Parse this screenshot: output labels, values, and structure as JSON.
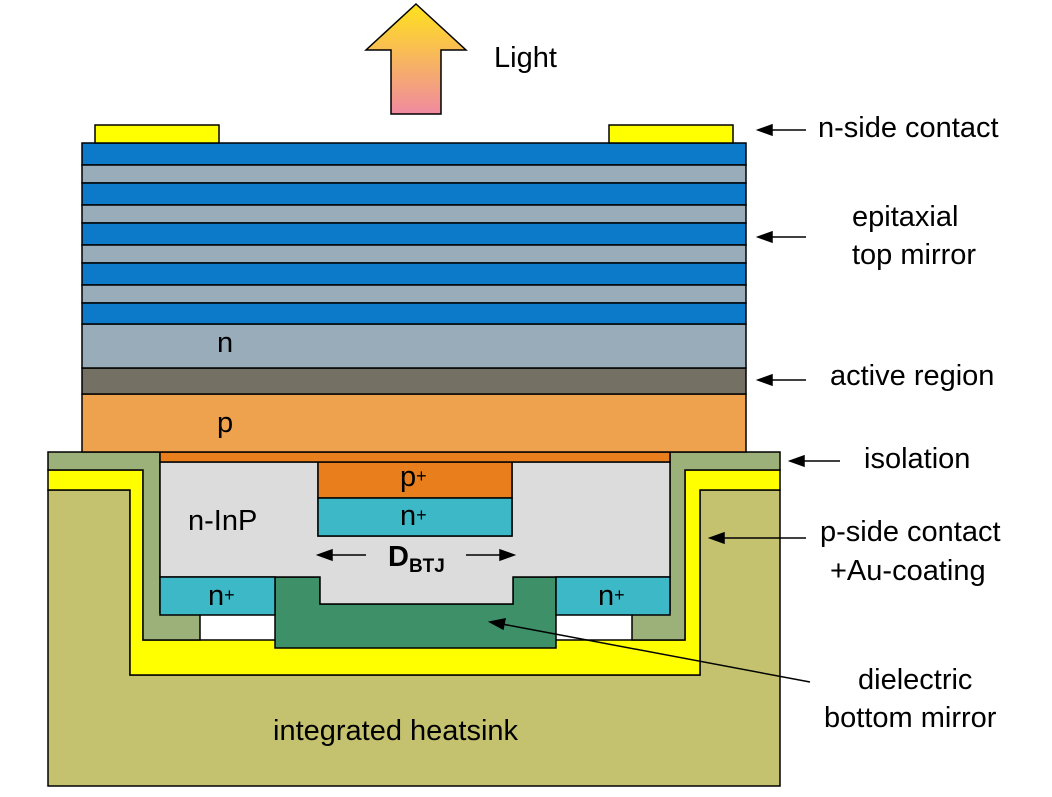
{
  "labels": {
    "light": "Light",
    "n_side_contact": "n-side contact",
    "epitaxial": "epitaxial",
    "top_mirror": "top mirror",
    "active_region": "active region",
    "isolation": "isolation",
    "p_side_contact": "p-side contact",
    "au_coating": "+Au-coating",
    "dielectric": "dielectric",
    "bottom_mirror": "bottom mirror",
    "integrated_heatsink": "integrated heatsink",
    "n_layer": "n",
    "p_layer": "p",
    "p_plus": "p",
    "p_plus_sup": "+",
    "n_plus_center": "n",
    "n_plus_center_sup": "+",
    "n_inp": "n-InP",
    "dbtj_main": "D",
    "dbtj_sub": "BTJ",
    "n_plus_left": "n",
    "n_plus_left_sup": "+",
    "n_plus_right": "n",
    "n_plus_right_sup": "+"
  },
  "colors": {
    "contact_gold": "#ffff00",
    "mirror_dark": "#0c7ac8",
    "mirror_light": "#98acba",
    "n_layer": "#98acba",
    "active_region": "#747064",
    "p_layer": "#eea24e",
    "p_plus": "#e87e1c",
    "n_plus": "#3cb8c6",
    "n_inp": "#dcdcdc",
    "dielectric": "#3e9068",
    "isolation": "#9cb07a",
    "heatsink": "#c4c26e",
    "arrow_top": "#ffe21c",
    "arrow_bottom": "#f08aa0"
  }
}
